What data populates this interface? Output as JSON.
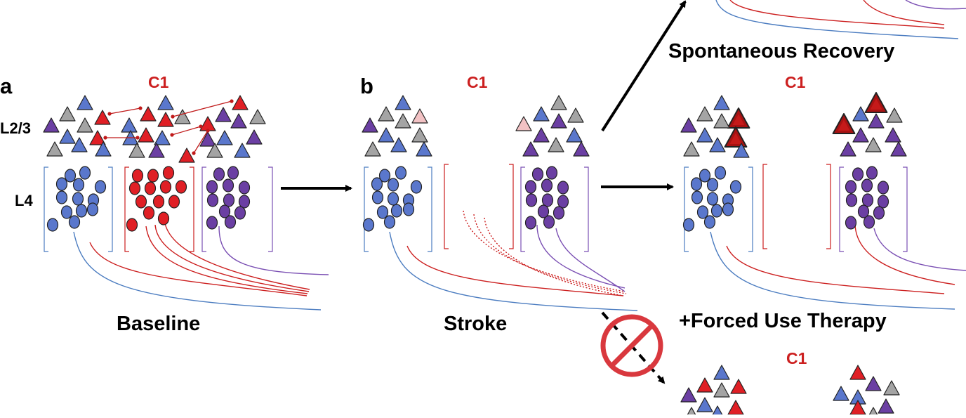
{
  "panels": {
    "a": "a",
    "b": "b"
  },
  "column_label": "C1",
  "layers": {
    "upper": "L2/3",
    "lower": "L4"
  },
  "captions": {
    "baseline": "Baseline",
    "stroke": "Stroke",
    "spontaneous": "Spontaneous Recovery",
    "therapy": "+Forced Use Therapy"
  },
  "colors": {
    "blue": "#5a77cc",
    "grey": "#a4a4a4",
    "purple": "#6b3fa3",
    "red": "#e01f25",
    "dark_red": "#a81212",
    "pale_red": "#f2c2c4",
    "projection_blue": "#4b7cc0",
    "projection_red": "#cc1f1f",
    "projection_purple": "#7a4fb3",
    "no_symbol": "#d9383e"
  }
}
